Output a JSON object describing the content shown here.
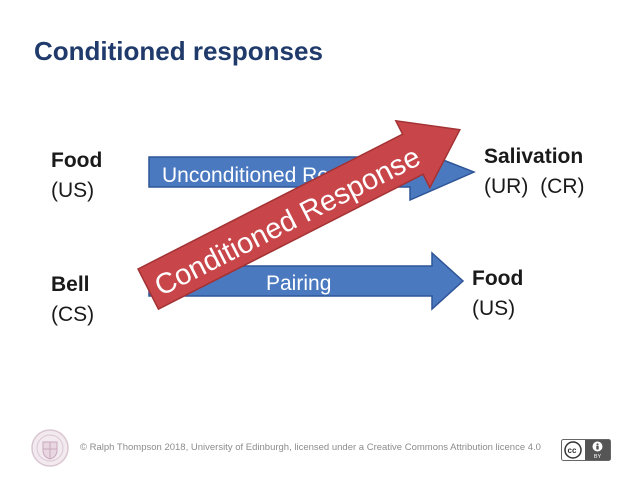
{
  "title": "Conditioned responses",
  "nodes": {
    "food_us_top": {
      "name": "Food",
      "sub": "(US)"
    },
    "bell": {
      "name": "Bell",
      "sub": "(CS)"
    },
    "salivation": {
      "name": "Salivation",
      "sub_ur": "(UR)",
      "sub_cr": "(CR)"
    },
    "food_us_bottom": {
      "name": "Food",
      "sub": "(US)"
    }
  },
  "arrows": {
    "unconditioned": "Unconditioned Response",
    "pairing": "Pairing",
    "conditioned": "Conditioned Response"
  },
  "colors": {
    "title": "#1f3a6b",
    "blue_arrow": "#4a79c0",
    "red_arrow": "#c8464a"
  },
  "footer": {
    "credit": "© Ralph Thompson 2018, University of Edinburgh, licensed under a Creative Commons Attribution licence 4.0",
    "cc_badge": "BY"
  },
  "icons": [
    "university-seal-icon",
    "creative-commons-icon"
  ]
}
